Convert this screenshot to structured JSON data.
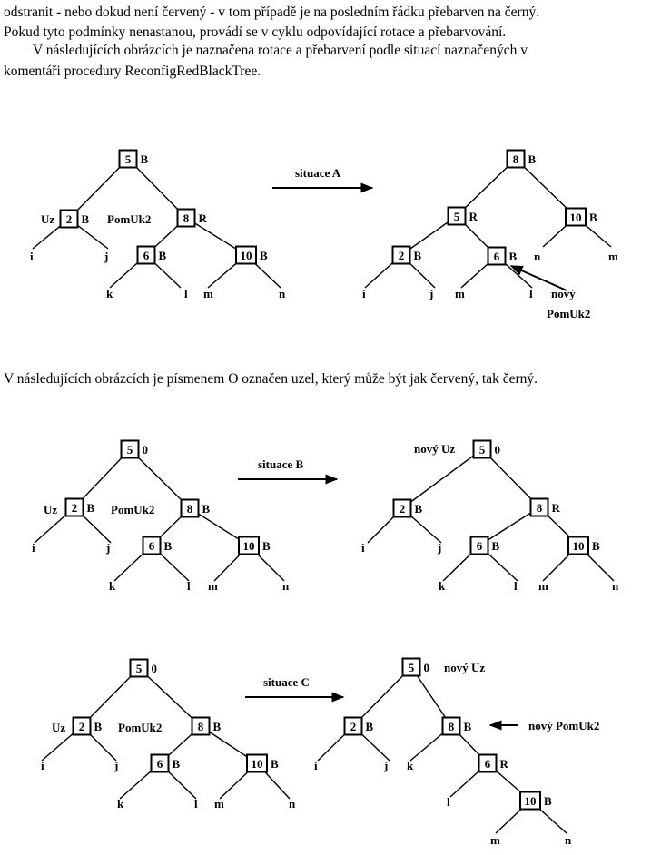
{
  "text": {
    "line1": "odstranit - nebo dokud není červený - v tom případě je na posledním řádku přebarven na černý.",
    "line2": "Pokud tyto podmínky nenastanou, provádí se v cyklu odpovídající rotace a přebarvování.",
    "line3": "V následujících obrázcích je naznačena rotace a přebarvení podle situací naznačených v",
    "line4": "komentáři procedury ReconfigRedBlackTree.",
    "line5": "V následujících obrázcích je písmenem O označen uzel, který může být jak červený, tak černý."
  },
  "figures": [
    {
      "id": "A",
      "arrow_label": "situace A",
      "nodes": [
        {
          "k": "5",
          "c": "B"
        },
        {
          "k": "2",
          "c": "B"
        },
        {
          "k": "8",
          "c": "R"
        },
        {
          "k": "6",
          "c": "B"
        },
        {
          "k": "10",
          "c": "B"
        },
        {
          "k": "8",
          "c": "B"
        },
        {
          "k": "5",
          "c": "R"
        },
        {
          "k": "10",
          "c": "B"
        },
        {
          "k": "2",
          "c": "B"
        },
        {
          "k": "6",
          "c": "B"
        }
      ],
      "labels": [
        "Uz",
        "PomUk2",
        "i",
        "j",
        "k",
        "l",
        "m",
        "n",
        "i",
        "j",
        "m",
        "l",
        "n",
        "m",
        "nový",
        "PomUk2"
      ]
    },
    {
      "id": "B",
      "arrow_label": "situace B",
      "nodes": [
        {
          "k": "5",
          "c": "0"
        },
        {
          "k": "2",
          "c": "B"
        },
        {
          "k": "8",
          "c": "B"
        },
        {
          "k": "6",
          "c": "B"
        },
        {
          "k": "10",
          "c": "B"
        },
        {
          "k": "5",
          "c": "0"
        },
        {
          "k": "2",
          "c": "B"
        },
        {
          "k": "8",
          "c": "R"
        },
        {
          "k": "6",
          "c": "B"
        },
        {
          "k": "10",
          "c": "B"
        }
      ],
      "labels": [
        "Uz",
        "PomUk2",
        "i",
        "j",
        "k",
        "l",
        "m",
        "n",
        "nový Uz",
        "i",
        "j",
        "k",
        "l",
        "m",
        "n"
      ]
    },
    {
      "id": "C",
      "arrow_label": "situace C",
      "nodes": [
        {
          "k": "5",
          "c": "0"
        },
        {
          "k": "2",
          "c": "B"
        },
        {
          "k": "8",
          "c": "B"
        },
        {
          "k": "6",
          "c": "B"
        },
        {
          "k": "10",
          "c": "B"
        },
        {
          "k": "5",
          "c": "0"
        },
        {
          "k": "2",
          "c": "B"
        },
        {
          "k": "8",
          "c": "B"
        },
        {
          "k": "6",
          "c": "R"
        },
        {
          "k": "10",
          "c": "B"
        }
      ],
      "labels": [
        "Uz",
        "PomUk2",
        "i",
        "j",
        "k",
        "l",
        "m",
        "n",
        "nový Uz",
        "nový PomUk2",
        "i",
        "j",
        "k",
        "l",
        "m",
        "n"
      ]
    }
  ]
}
